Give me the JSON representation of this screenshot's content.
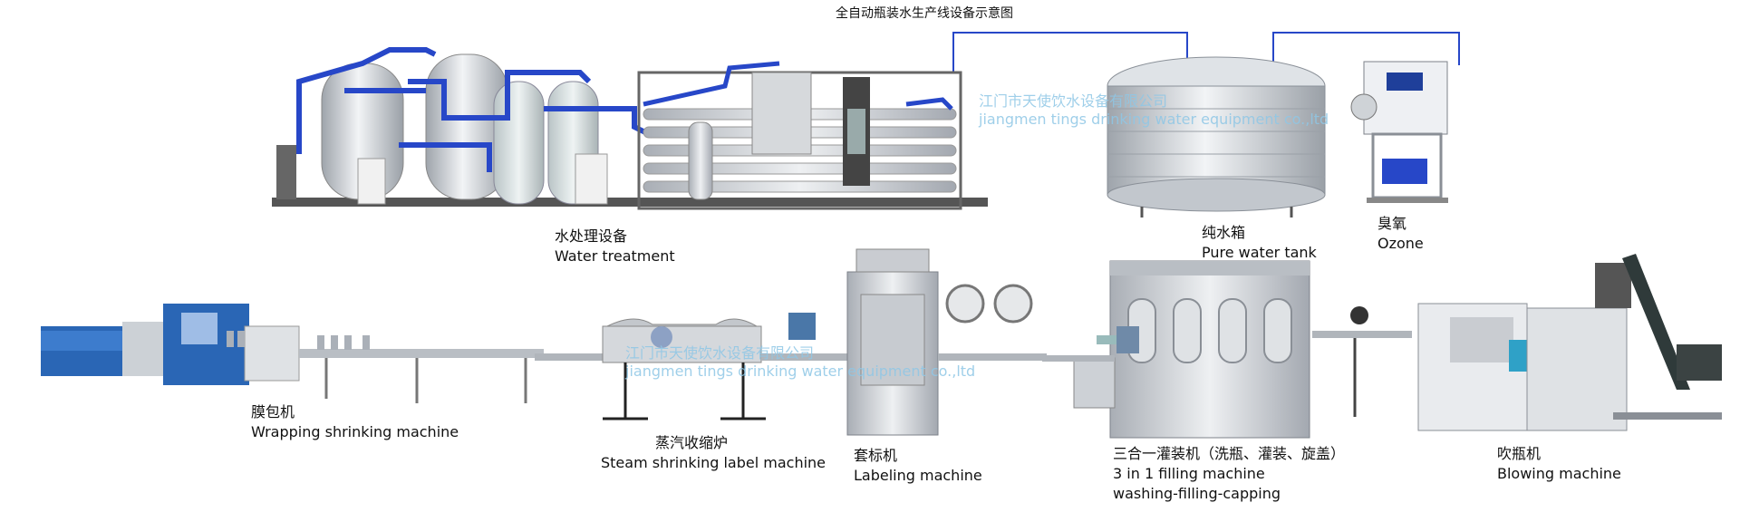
{
  "title": "全自动瓶装水生产线设备示意图",
  "watermark": {
    "cn": "江门市天使饮水设备有限公司",
    "en": "jiangmen tings drinking water equipment co.,ltd"
  },
  "machines": {
    "water_treatment": {
      "cn": "水处理设备",
      "en": "Water treatment"
    },
    "pure_water_tank": {
      "cn": "纯水箱",
      "en": "Pure water tank"
    },
    "ozone": {
      "cn": "臭氧",
      "en": "Ozone"
    },
    "wrapping": {
      "cn": "膜包机",
      "en": "Wrapping shrinking machine"
    },
    "steam": {
      "cn": "蒸汽收缩炉",
      "en": "Steam shrinking label machine"
    },
    "labeling": {
      "cn": "套标机",
      "en": "Labeling machine"
    },
    "filling": {
      "cn": "三合一灌装机（洗瓶、灌装、旋盖）",
      "en": "3 in 1 filling machine",
      "en2": "washing-filling-capping"
    },
    "blowing": {
      "cn": "吹瓶机",
      "en": "Blowing machine"
    }
  },
  "colors": {
    "pipe": "#2747c8",
    "steel": "#c9ccd1",
    "panel": "#e6e8ea",
    "frame": "#7d828a",
    "tank": "#d8dde3",
    "wrapper_blue": "#2a66b5"
  }
}
